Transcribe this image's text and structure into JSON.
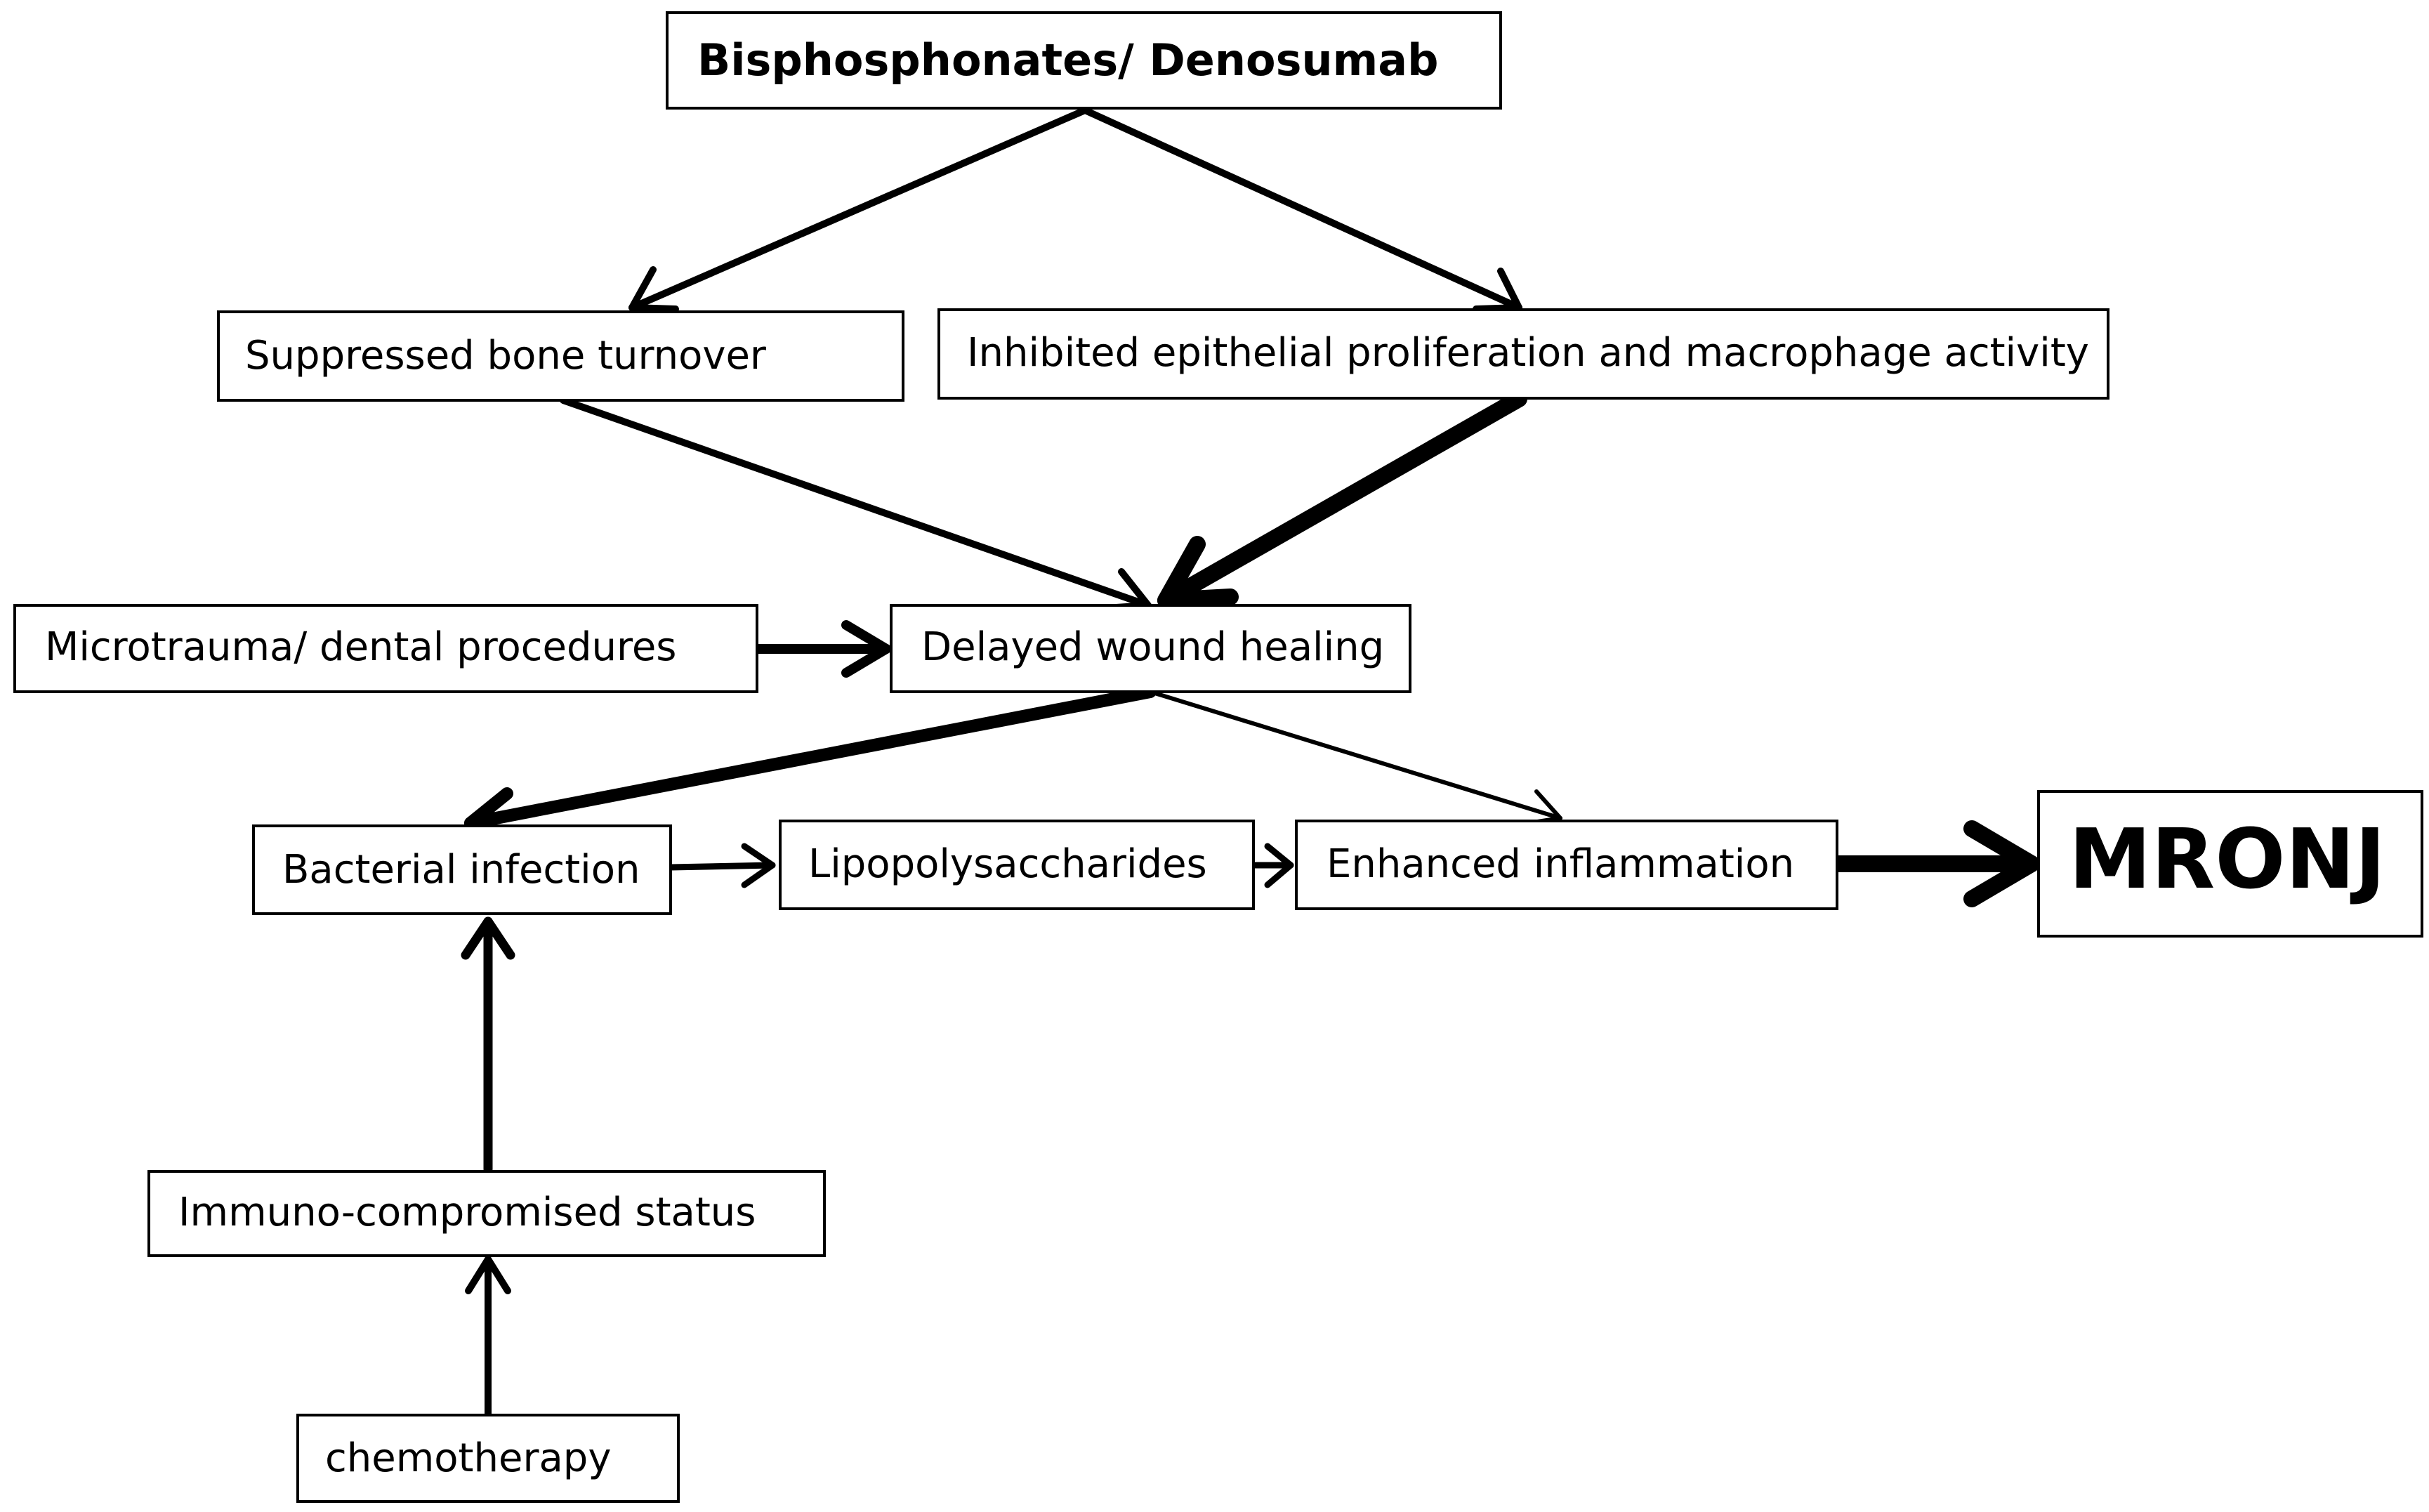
{
  "diagram": {
    "nodes": {
      "drugs": "Bisphosphonates/ Denosumab",
      "bone": "Suppressed bone turnover",
      "epithelial": "Inhibited epithelial proliferation and macrophage activity",
      "trauma": "Microtrauma/ dental procedures",
      "wound": "Delayed wound healing",
      "bacterial": "Bacterial infection",
      "lps": "Lipopolysaccharides",
      "inflammation": "Enhanced inflammation",
      "mronj": "MRONJ",
      "immuno": "Immuno-compromised status",
      "chemo": "chemotherapy"
    }
  }
}
